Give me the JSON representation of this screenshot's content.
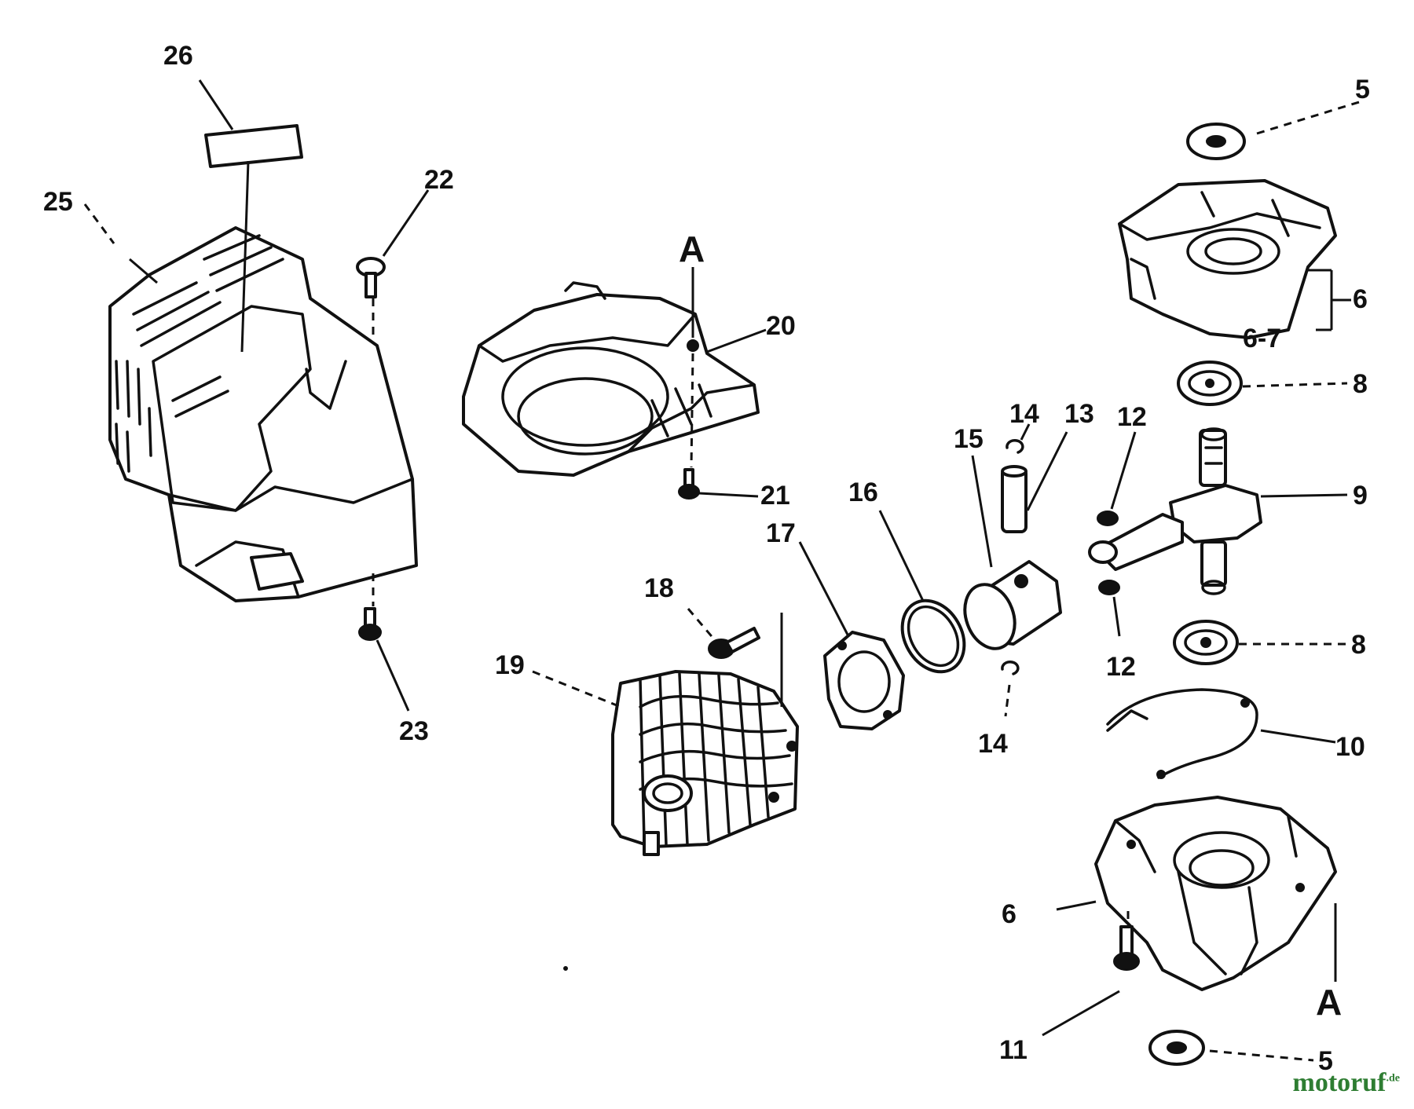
{
  "labels": {
    "p5a": "5",
    "p6a": "6",
    "p6_7": "6-7",
    "p8a": "8",
    "p9": "9",
    "p12a": "12",
    "p14a": "14",
    "p13": "13",
    "p15": "15",
    "p16": "16",
    "p17": "17",
    "p18": "18",
    "p19": "19",
    "p20": "20",
    "p21": "21",
    "pA1": "A",
    "p22": "22",
    "p23": "23",
    "p25": "25",
    "p26": "26",
    "p12b": "12",
    "p8b": "8",
    "p14b": "14",
    "p10": "10",
    "p6b": "6",
    "p11": "11",
    "pA2": "A",
    "p5b": "5"
  },
  "watermark": {
    "name": "motoruf",
    "tld": ".de"
  },
  "colors": {
    "ink": "#111111",
    "paper": "#ffffff",
    "watermark": "#2e7d32"
  }
}
